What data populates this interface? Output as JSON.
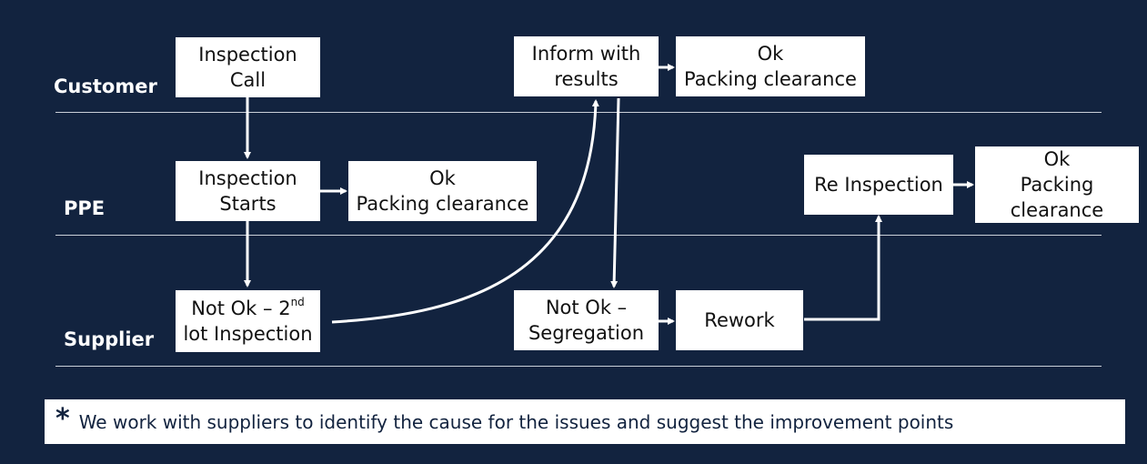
{
  "lanes": {
    "customer": "Customer",
    "ppe": "PPE",
    "supplier": "Supplier"
  },
  "nodes": {
    "inspection_call": [
      "Inspection",
      "Call"
    ],
    "inspection_starts": [
      "Inspection",
      "Starts"
    ],
    "ppe_ok": [
      "Ok",
      "Packing clearance"
    ],
    "not_ok_2nd": {
      "line1_prefix": "Not Ok – 2",
      "line1_sup": "nd",
      "line2": "lot Inspection"
    },
    "inform_results": [
      "Inform with",
      "results"
    ],
    "customer_ok": [
      "Ok",
      "Packing clearance"
    ],
    "not_ok_segregation": [
      "Not Ok –",
      "Segregation"
    ],
    "rework": "Rework",
    "re_inspection": "Re Inspection",
    "final_ok": [
      "Ok",
      "Packing",
      "clearance"
    ]
  },
  "note": {
    "marker": "*",
    "text": "We work with suppliers to identify the cause for the issues and suggest the improvement points"
  },
  "colors": {
    "background": "#12233f",
    "box": "#ffffff",
    "connector": "#ffffff"
  }
}
